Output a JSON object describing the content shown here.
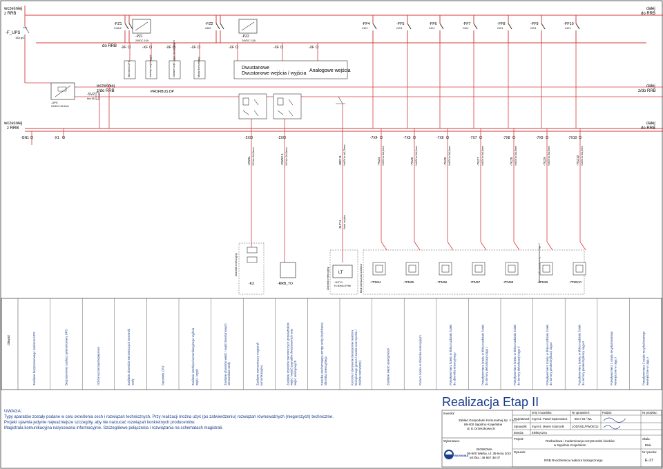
{
  "top_left": {
    "prev_label": "wcześniej",
    "prev_from": "z RRB",
    "f_ups": "-F_UPS",
    "f_ups_rating": "16A gG"
  },
  "top_right": {
    "next_label": "dalej",
    "next_to": "do RRB"
  },
  "do_rrb": "do RRB",
  "breakers": [
    {
      "tag": "-FZ1",
      "rating": "C10/2"
    },
    {
      "tag": "-FZ2",
      "rating": "C6/2"
    },
    {
      "tag": "-FF4",
      "rating": "C2/1"
    },
    {
      "tag": "-FF5",
      "rating": "C2/1"
    },
    {
      "tag": "-FF6",
      "rating": "C2/1"
    },
    {
      "tag": "-FF7",
      "rating": "C2/1"
    },
    {
      "tag": "-FF8",
      "rating": "C2/1"
    },
    {
      "tag": "-FF9",
      "rating": "C2/1"
    },
    {
      "tag": "-FF10",
      "rating": "C2/1"
    }
  ],
  "power_supplies": [
    {
      "tag": "-PZ1",
      "spec": "24VDC 10A"
    },
    {
      "tag": "-PZ2",
      "spec": "24VDC 2,5A"
    }
  ],
  "xf_terminals": [
    "-XF",
    "-XF",
    "-XF",
    "-XF",
    "-XF",
    "-XF",
    "-XF"
  ],
  "modules": {
    "cpu": "Sterownik CPU",
    "interface": "Interfejs wejść/wyjść",
    "supply": "Zasilanie wejść i wyjść dwustanowych",
    "comm": "Moduł komunikacji",
    "binary_io": "Dwustanowe wejścia / wyjścia",
    "analog_in": "Analogowe wejścia"
  },
  "ups": {
    "tag": "-UPS",
    "spec": "24VDC 10A 2A/h"
  },
  "sv2": {
    "tag": "-SV2",
    "spec": "bez 5A"
  },
  "profibus": "PROFIBUS DP",
  "mid_left": {
    "prev_label": "wcześniej",
    "prev_from": "z/do RRB"
  },
  "mid_right": {
    "next_label": "dalej",
    "next_to": "z/do RRB"
  },
  "lower_left": {
    "prev_label": "wcześniej",
    "prev_from": "z RRB"
  },
  "lower_right": {
    "next_label": "dalej",
    "next_to": "do RRB"
  },
  "bus_terminals": [
    "-GN1",
    "-X1",
    "-2X",
    "-2X",
    "-7X4",
    "-7X5",
    "-7X6",
    "-7X7",
    "-7X8",
    "-7X9",
    "-7X10"
  ],
  "cables": [
    {
      "tag": "-2WS1",
      "spec": "YKSYżo 2x1,5mm²"
    },
    {
      "tag": "-2WS2.1",
      "spec": "YKSYżo 2x1,5mm²"
    },
    {
      "tag": "-9RF11",
      "spec": "YnKGYżo 4x0,75mm²"
    },
    {
      "tag": "-7KZ4",
      "spec": "YnKGYżo 3x1,5mm²"
    },
    {
      "tag": "-7KZ5",
      "spec": "YnKGYżo 3x1,5mm²"
    },
    {
      "tag": "-7KZ6",
      "spec": "YnKGYżo 3x1,5mm²"
    },
    {
      "tag": "-7KZ7",
      "spec": "YnKGYżo 3x1,5mm²"
    },
    {
      "tag": "-7KZ8",
      "spec": "YnKGYżo 3x1,5mm²"
    },
    {
      "tag": "-7KZ9",
      "spec": "YnKGYżo 3x1,5mm²"
    },
    {
      "tag": "-7KZ10",
      "spec": "YnKGYżo 3x1,5mm²"
    }
  ],
  "field_cable": {
    "tag": "-9LT11",
    "spec": "Kabel czujnika"
  },
  "field": {
    "retention_tank": "Zbiornik retencyjny",
    "k3": "-K3",
    "rrb_to": "-RRB_TO",
    "lt_box": "LT",
    "lt_tag": "-9LT11",
    "lt_spec": "H=30mA 0/+5m",
    "tank2": "Zbiornik retencyjny",
    "sludge_chamber": "Blok mieszania ścieków",
    "mixer_block": "Komora tlenowa/anoksyczna ciągu I",
    "pumps": [
      "-7PM54",
      "-7PM55",
      "-7PM56",
      "-7PM57",
      "-7PM58",
      "-7PM59",
      "-7PM510"
    ]
  },
  "legend_header": "Obwód",
  "legend": [
    "Zasilanie bezprzerwowego zasilacza UPS",
    "Bezprzerwowy zasilacz gwarantowany UPS",
    "Ochrona przeciwprzepięciowa",
    "Zasilanie obwodów sterowniczych sterownik szafy",
    "Sterownik CPU",
    "Zasilanie interfejsu komunikacyjnego wyjścia wejść / wyjść",
    "Zasilanie obwodów wejść / wyjść dwustanowych sterowników szafy",
    "Zasilanie wzmacniaczy magistrali komunikacyjnej",
    "Zasilanie obwodów sterowniczych (przekaźników wejść / wyjść) sygnałów dwustanowych oraz wejść analogowych",
    "Kasetka uruchamiająca pompy wody do płukania zbiornika retencyjnego",
    "Kontrola i sterowanie dwustanowe reaktora biologicznego (praca / awaria oraz ręcznie / zdalnie sterowanie)",
    "Zasilanie wejść analogowych",
    "Poziom ścieku w zbiorniku retencyjnym",
    "Przepływomierz ścieku w bloku rozdziału Ścieki do zbiornika retencyjnego",
    "Przepływomierz ścieku w bloku rozdziału Ścieki do komory defosfatacji ciągu I",
    "Przepływomierz ścieku w bloku rozdziału Ścieki do komory defosfatacji ciągu II",
    "Przepływomierz ścieku w bloku rozdziału Ścieki do komory predenitryfikacji ciągu I",
    "Przepływomierz ścieku w bloku rozdziału Ścieki do komory predenitryfikacji ciągu II",
    "Przepływomierz 1 osadu recyrkulowanego wewnętrznie w ciągu I",
    "Przepływomierz 2 osadu recyrkulowanego wewnętrznie w ciągu I"
  ],
  "notes": {
    "heading": "UWAGA:",
    "lines": [
      "Typy aparatów zostały podane w celu określenia cech i rozwiązań technicznych. Przy realizacji można użyć (po zatwierdzeniu) rozwiązań równoważnych (niegorszych) technicznie.",
      "Projekt ujawnia jedynie najważniejsze szczegóły, aby nie narzucać rozwiązań konkretnych producentów.",
      "Magistrala komunikacyjna narysowana informacyjnie. Szczegółowe połączenia i rozwiązania na schematach magistrali."
    ]
  },
  "title_block": {
    "realizacja": "Realizacja Etap II",
    "investor_label": "Inwestor:",
    "investor_name": "Zakład Gospodarki Komunalnej Sp. z o.o.",
    "investor_addr1": "89-400 Sępólno Krajeńskie",
    "investor_addr2": "ul. E.Orzeszkowej 8",
    "contractor_label": "Wykonawca:",
    "contractor_name": "BIOWOMA",
    "contractor_addr1": "05-600 Warka, ul. 35-lecia 3/43",
    "contractor_tel": "tel./fax.: 48 667 36 07",
    "col_name": "Imię i nazwisko:",
    "col_license": "Nr uprawnień:",
    "col_sign": "Podpis:",
    "col_date": "Nr projektu:",
    "designer_role": "Projektował:",
    "designer_name": "mgr inż. Paweł Gąsiorowicz",
    "designer_lic": "554 / 94 / WL",
    "checker_role": "Sprawdził:",
    "checker_name": "mgr inż. Marek Szamocki",
    "checker_lic": "LOD/1911/PWOE/12",
    "branch_label": "Branża:",
    "branch_value": "Elektryczna",
    "project_label": "Projekt:",
    "project_value1": "Rozbudowa i modernizacja oczyszczalni ścieków",
    "project_value2": "w Sępólnie Krajeńskim",
    "scale_label": "Skala:",
    "scale_value": "Brak",
    "drawing_label": "Rysunek:",
    "drawing_value": "RRB Rozdzielnica reaktora biologicznego",
    "sheet_label": "Nr rysunku:",
    "sheet_value": "E-17",
    "logo_text": "BIOWOMA"
  }
}
